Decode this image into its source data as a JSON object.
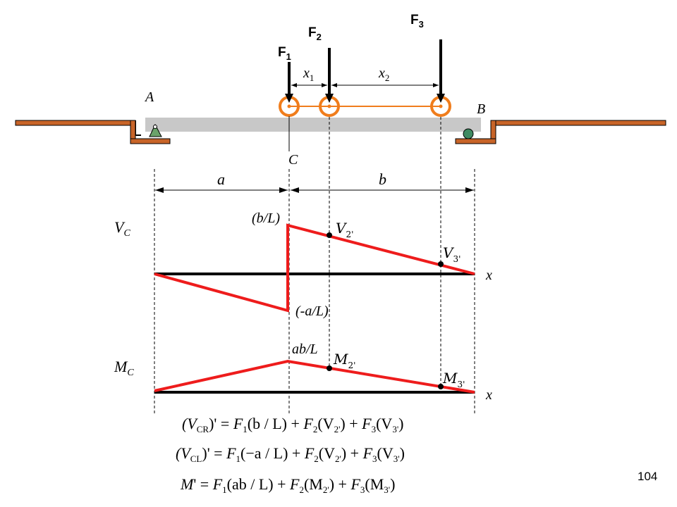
{
  "colors": {
    "red": "#ee1c1c",
    "orange": "#f07d1c",
    "beam": "#c8c8c8",
    "ground": "#c86428",
    "support": "#6aa36a",
    "black": "#000000"
  },
  "forces": {
    "f1": {
      "base": "F",
      "sub": "1"
    },
    "f2": {
      "base": "F",
      "sub": "2"
    },
    "f3": {
      "base": "F",
      "sub": "3"
    }
  },
  "dims": {
    "x1": {
      "base": "x",
      "sub": "1"
    },
    "x2": {
      "base": "x",
      "sub": "2"
    },
    "a": "a",
    "b": "b"
  },
  "points": {
    "A": "A",
    "B": "B",
    "C": "C"
  },
  "shear": {
    "label_base": "V",
    "label_sub": "C",
    "top_value": "(b/L)",
    "bottom_value": "(-a/L)",
    "v2": {
      "base": "V",
      "sub": "2'"
    },
    "v3": {
      "base": "V",
      "sub": "3'"
    },
    "axis": "x"
  },
  "moment": {
    "label_base": "M",
    "label_sub": "C",
    "peak_value": "ab/L",
    "m2": {
      "base": "M",
      "sub": "2'"
    },
    "m3": {
      "base": "M",
      "sub": "3'"
    },
    "axis": "x"
  },
  "equations": [
    "(V_CR)' = F_1(b/L) + F_2(V_2') + F_3(V_3')",
    "(V_CL)' = F_1(−a/L) + F_2(V_2') + F_3(V_3')",
    "M' = F_1(ab/L) + F_2(M_2') + F_3(M_3')"
  ],
  "eq_parts": {
    "e1": {
      "lhs": "(V",
      "lhs_sub": "CR",
      "lhs_end": ")' = ",
      "t1": "F",
      "t1s": "1",
      "t1a": "(b / L) + ",
      "t2": "F",
      "t2s": "2",
      "t2a": "(V",
      "t2v": "2'",
      "t2e": ") + ",
      "t3": "F",
      "t3s": "3",
      "t3a": "(V",
      "t3v": "3'",
      "t3e": ")"
    },
    "e2": {
      "lhs": "(V",
      "lhs_sub": "CL",
      "lhs_end": ")' = ",
      "t1": "F",
      "t1s": "1",
      "t1a": "(−a / L) + ",
      "t2": "F",
      "t2s": "2",
      "t2a": "(V",
      "t2v": "2'",
      "t2e": ") + ",
      "t3": "F",
      "t3s": "3",
      "t3a": "(V",
      "t3v": "3'",
      "t3e": ")"
    },
    "e3": {
      "lhs": "M",
      "lhs_sub": "",
      "lhs_end": "' = ",
      "t1": "F",
      "t1s": "1",
      "t1a": "(ab / L) + ",
      "t2": "F",
      "t2s": "2",
      "t2a": "(M",
      "t2v": "2'",
      "t2e": ") + ",
      "t3": "F",
      "t3s": "3",
      "t3a": "(M",
      "t3v": "3'",
      "t3e": ")"
    }
  },
  "page_number": "104"
}
